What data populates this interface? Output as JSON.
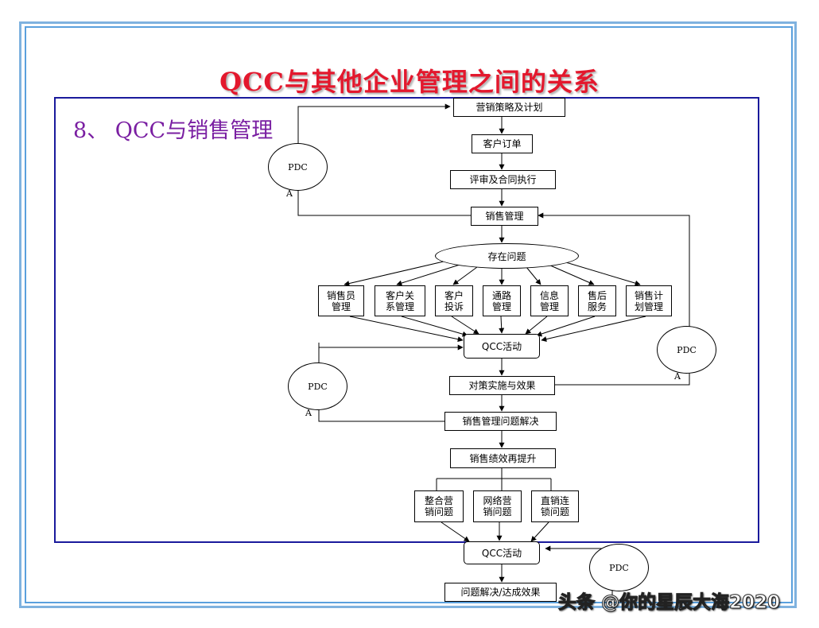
{
  "title": "QCC与其他企业管理之间的关系",
  "subtitle": "8、 QCC与销售管理",
  "nodes": {
    "strategy": "营销策略及计划",
    "order": "客户订单",
    "review": "评审及合同执行",
    "sales_mgmt": "销售管理",
    "problems": "存在问题",
    "qcc1": "QCC活动",
    "measures": "对策实施与效果",
    "solve": "销售管理问题解决",
    "improve": "销售绩效再提升",
    "qcc2": "QCC活动",
    "result": "问题解决/达成效果"
  },
  "issues": [
    {
      "line1": "销售员",
      "line2": "管理"
    },
    {
      "line1": "客户关",
      "line2": "系管理"
    },
    {
      "line1": "客户",
      "line2": "投诉"
    },
    {
      "line1": "通路",
      "line2": "管理"
    },
    {
      "line1": "信息",
      "line2": "管理"
    },
    {
      "line1": "售后",
      "line2": "服务"
    },
    {
      "line1": "销售计",
      "line2": "划管理"
    }
  ],
  "sub_issues": [
    {
      "line1": "整合营",
      "line2": "销问题"
    },
    {
      "line1": "网络营",
      "line2": "销问题"
    },
    {
      "line1": "直销连",
      "line2": "锁问题"
    }
  ],
  "pdc_label": "PDC",
  "a_label": "A",
  "watermark": "头条 @你的星辰大海2020"
}
